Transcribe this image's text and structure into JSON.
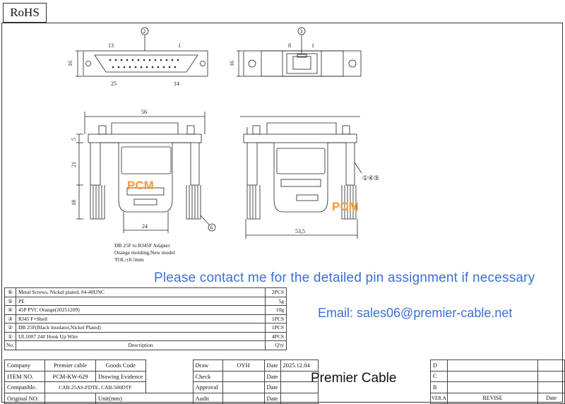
{
  "header": {
    "rohs": "RoHS"
  },
  "drawing": {
    "balloon_2": "2",
    "balloon_3": "3",
    "balloon_6": "6",
    "balloon_145": "①④⑤",
    "pin_13": "13",
    "pin_1": "1",
    "pin_25": "25",
    "pin_14": "14",
    "pin_8": "8",
    "pin_1b": "1",
    "dim_16a": "16",
    "dim_16b": "16",
    "dim_56": "56",
    "dim_5": "5",
    "dim_21": "21",
    "dim_18": "18",
    "dim_24": "24",
    "dim_535": "53,5",
    "logo_a": "PCM",
    "logo_b": "PCM",
    "note": [
      "DB 25F to RJ45F Adapter",
      "Orange molding,New model",
      "TOL:±0.5mm"
    ]
  },
  "contact_text": "Please contact me for the detailed pin assignment if necessary",
  "email_text": "Email: sales06@premier-cable.net",
  "bom": {
    "rows": [
      {
        "no": "⑥",
        "desc": "Metal Screws, Nickel plated, #4-40UNC",
        "qty": "2PCS"
      },
      {
        "no": "⑤",
        "desc": "PE",
        "qty": "5g"
      },
      {
        "no": "④",
        "desc": "45P PVC Orange(20251209)",
        "qty": "10g"
      },
      {
        "no": "③",
        "desc": "RJ45 F+Shell",
        "qty": "1PCS"
      },
      {
        "no": "②",
        "desc": "DB 25F(Black insulator,Nickel Plated)",
        "qty": "1PCS"
      },
      {
        "no": "①",
        "desc": "UL1007 24# Hook Up Wire",
        "qty": "4PCS"
      }
    ],
    "header": {
      "no": "No.",
      "desc": "Description",
      "qty": "Q'ty"
    }
  },
  "title_block": {
    "company_label": "Company",
    "company_value": "Premier cable",
    "goods_code": "Goods Code",
    "draw_label": "Draw",
    "draw_value": "OYH",
    "date_label": "Date",
    "date_value": "2025.12.04",
    "item_label": "ITEM NO.",
    "item_value": "PCM-KW-629",
    "drawing_evidence": "Drawing Evidence",
    "check_label": "Check",
    "date2": "Date",
    "compat_label": "Compatible.",
    "compat_value": "CAB-25AS-FDTE, CAB-500DTF",
    "approval_label": "Approval",
    "date3": "Date",
    "original_label": "Original NO.",
    "unit_label": "Unit(mm)",
    "audit_label": "Audit",
    "date4": "Date",
    "company_name": "Premier Cable"
  },
  "revision": {
    "d": "D",
    "c": "C",
    "b": "B",
    "vera": "VER.A",
    "revise": "REVISE",
    "date": "Date"
  }
}
